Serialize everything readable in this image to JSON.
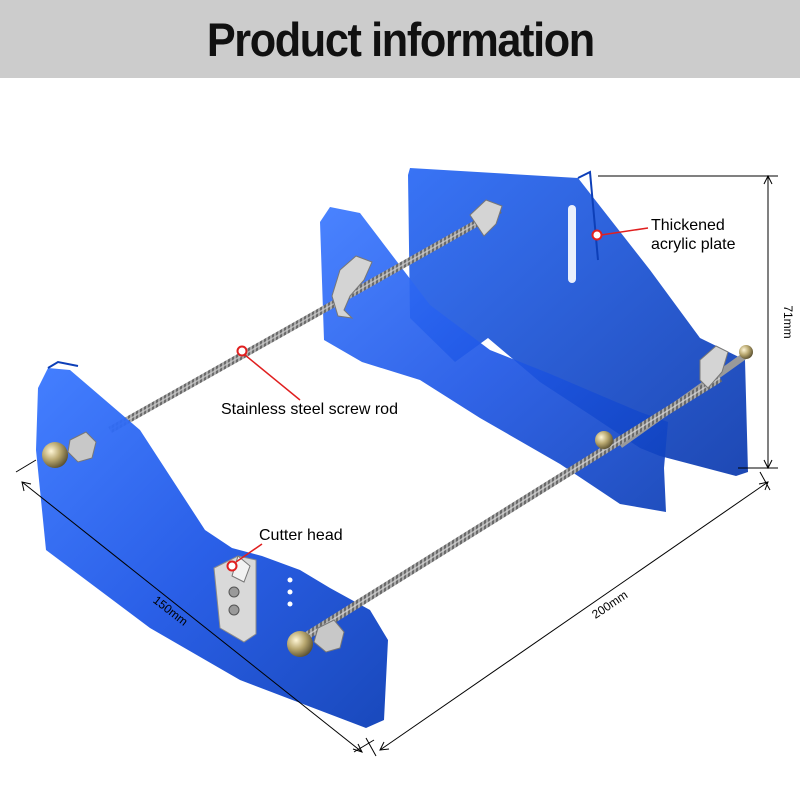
{
  "header": {
    "title": "Product information"
  },
  "callouts": {
    "plate_line1": "Thickened",
    "plate_line2": "acrylic plate",
    "rod": "Stainless steel screw rod",
    "cutter": "Cutter head"
  },
  "dimensions": {
    "height": "71mm",
    "width": "150mm",
    "length": "200mm"
  },
  "colors": {
    "acrylic": "#1f57e6",
    "steel": "#b8b8b8",
    "marker": "#e01f1f",
    "header_bg": "#cccccc"
  }
}
